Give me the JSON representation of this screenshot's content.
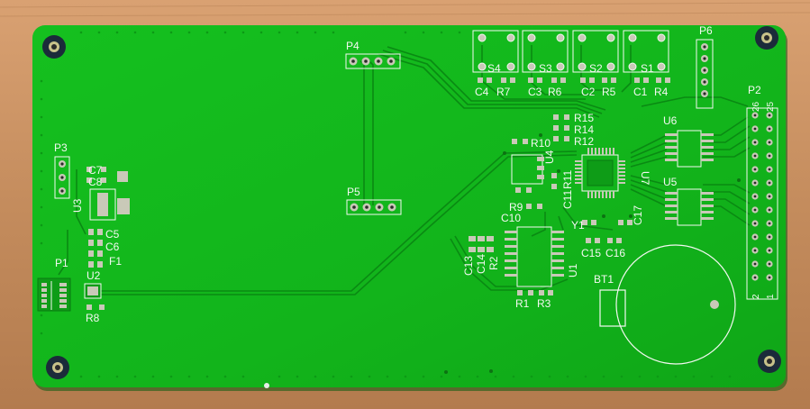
{
  "board": {
    "background_color": "#c99466",
    "pcb_color": "#11b81c",
    "trace_color": "#0a8a13",
    "silk_color": "#f4f8f2"
  },
  "labels": {
    "p1": "P1",
    "p2": "P2",
    "p3": "P3",
    "p4": "P4",
    "p5": "P5",
    "p6": "P6",
    "s1": "S1",
    "s2": "S2",
    "s3": "S3",
    "s4": "S4",
    "c1": "C1",
    "c2": "C2",
    "c3": "C3",
    "c4": "C4",
    "c5": "C5",
    "c6": "C6",
    "c7": "C7",
    "c8": "C8",
    "c10": "C10",
    "c11": "C11",
    "c13": "C13",
    "c14": "C14",
    "c15": "C15",
    "c16": "C16",
    "c17": "C17",
    "r1": "R1",
    "r2": "R2",
    "r3": "R3",
    "r4": "R4",
    "r5": "R5",
    "r6": "R6",
    "r7": "R7",
    "r8": "R8",
    "r9": "R9",
    "r10": "R10",
    "r11": "R11",
    "r12": "R12",
    "r14": "R14",
    "r15": "R15",
    "u1": "U1",
    "u2": "U2",
    "u3": "U3",
    "u4": "U4",
    "u5": "U5",
    "u6": "U6",
    "u7": "U7",
    "y1": "Y1",
    "f1": "F1",
    "bt1": "BT1",
    "p2_pin_26": "26",
    "p2_pin_25": "25",
    "p2_pin_2": "2",
    "p2_pin_1": "1"
  }
}
